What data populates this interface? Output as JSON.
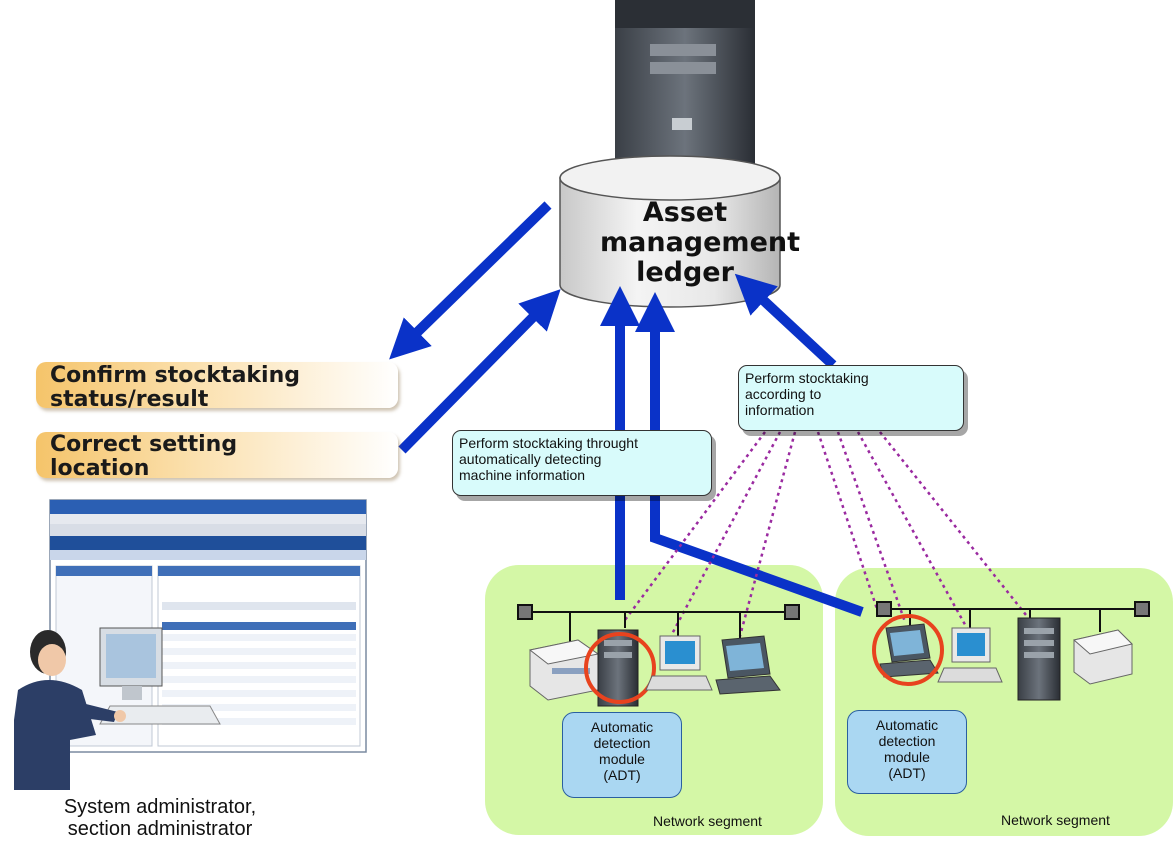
{
  "ledger": {
    "label": "Asset\nmanagement\nledger"
  },
  "actions": [
    {
      "id": "confirm",
      "label": "Confirm stocktaking\nstatus/result"
    },
    {
      "id": "correct",
      "label": "Correct setting\nlocation"
    }
  ],
  "callouts": {
    "auto_detect": "Perform stocktaking  throught\nautomatically detecting\nmachine information",
    "by_info": "Perform stocktaking\naccording to\ninformation"
  },
  "segments": [
    {
      "label": "Network segment",
      "adt_label": "Automatic\ndetection\nmodule\n(ADT)"
    },
    {
      "label": "Network segment",
      "adt_label": "Automatic\ndetection\nmodule\n(ADT)"
    }
  ],
  "admin_caption": "System administrator,\nsection administrator",
  "colors": {
    "arrow": "#0a32c8",
    "segment_bg": "#d4f7a6",
    "callout_bg": "#d8fbfb",
    "adt_bg": "#aad7f2",
    "highlight_ring": "#e8431e",
    "dotted_link": "#9a2aa0",
    "action_orange": "#f5c46a"
  }
}
